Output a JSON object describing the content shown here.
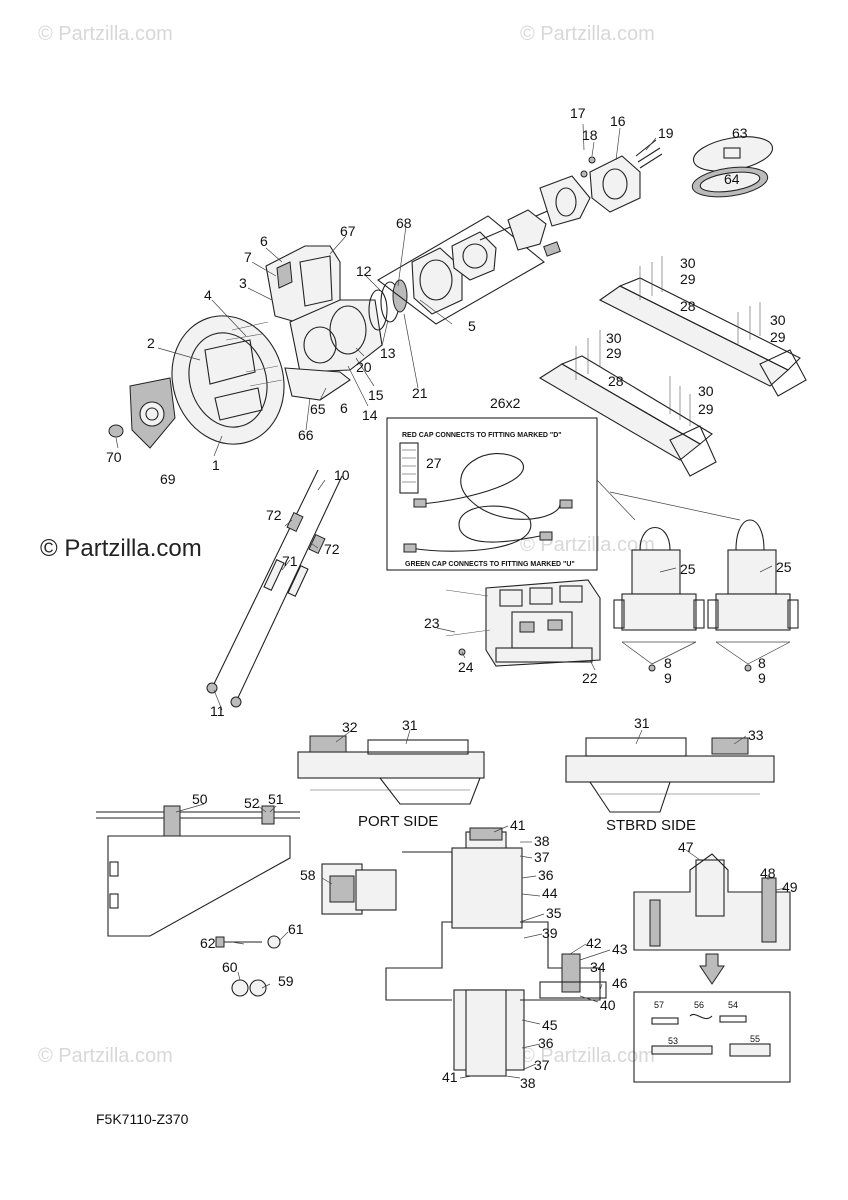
{
  "watermarks": {
    "top_left": "© Partzilla.com",
    "top_right": "© Partzilla.com",
    "mid_left": "© Partzilla.com",
    "mid_center": "© Partzilla.com",
    "bottom_left": "© Partzilla.com",
    "bottom_center": "© Partzilla.com"
  },
  "diagram_code": "F5K7110-Z370",
  "side_labels": {
    "port": "PORT SIDE",
    "starboard": "STBRD SIDE"
  },
  "hose_kit": {
    "red_note": "RED CAP CONNECTS TO FITTING MARKED \"D\"",
    "green_note": "GREEN CAP CONNECTS TO FITTING MARKED \"U\"",
    "qty": "26x2"
  },
  "callouts": {
    "c1": "1",
    "c2": "2",
    "c3": "3",
    "c4": "4",
    "c5": "5",
    "c6a": "6",
    "c6b": "6",
    "c7": "7",
    "c8a": "8",
    "c8b": "8",
    "c9a": "9",
    "c9b": "9",
    "c10": "10",
    "c11": "11",
    "c12": "12",
    "c13": "13",
    "c14": "14",
    "c15": "15",
    "c16": "16",
    "c17": "17",
    "c18": "18",
    "c19": "19",
    "c20": "20",
    "c21": "21",
    "c22": "22",
    "c23": "23",
    "c24": "24",
    "c25a": "25",
    "c25b": "25",
    "c27": "27",
    "c28a": "28",
    "c28b": "28",
    "c29a": "29",
    "c29b": "29",
    "c29c": "29",
    "c29d": "29",
    "c30a": "30",
    "c30b": "30",
    "c30c": "30",
    "c30d": "30",
    "c31a": "31",
    "c31b": "31",
    "c32": "32",
    "c33": "33",
    "c34": "34",
    "c35": "35",
    "c36a": "36",
    "c36b": "36",
    "c37a": "37",
    "c37b": "37",
    "c38a": "38",
    "c38b": "38",
    "c39": "39",
    "c40": "40",
    "c41a": "41",
    "c41b": "41",
    "c42": "42",
    "c43": "43",
    "c44": "44",
    "c45": "45",
    "c46": "46",
    "c47": "47",
    "c48": "48",
    "c49": "49",
    "c50": "50",
    "c51": "51",
    "c52": "52",
    "c53": "53",
    "c54": "54",
    "c55": "55",
    "c56": "56",
    "c57": "57",
    "c58": "58",
    "c59": "59",
    "c60": "60",
    "c61": "61",
    "c62": "62",
    "c63": "63",
    "c64": "64",
    "c65": "65",
    "c66": "66",
    "c67": "67",
    "c68": "68",
    "c69": "69",
    "c70": "70",
    "c71": "71",
    "c72a": "72",
    "c72b": "72"
  }
}
